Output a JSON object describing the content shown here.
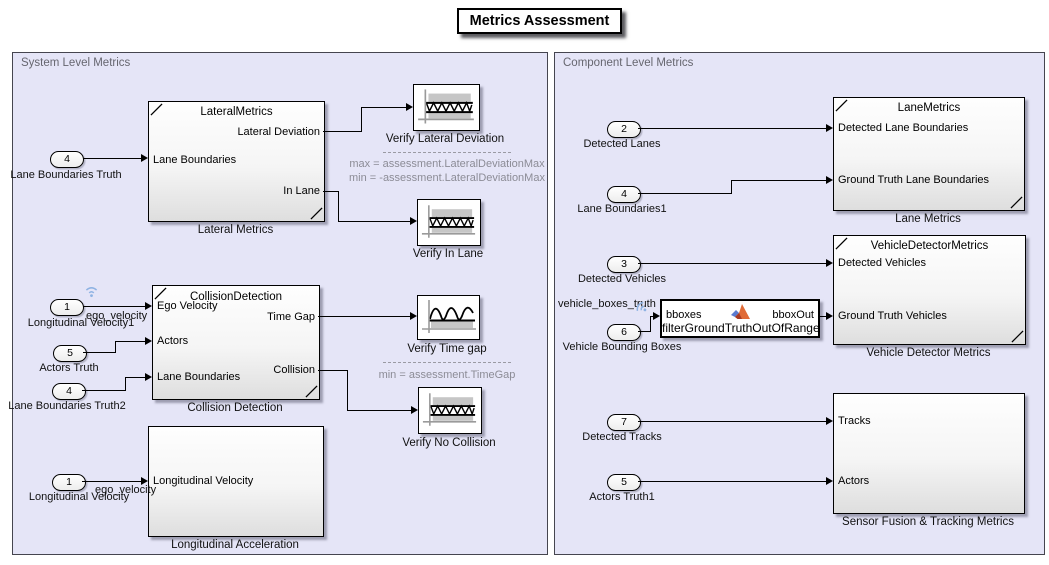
{
  "title": "Metrics Assessment",
  "areas": {
    "system": {
      "label": "System Level Metrics"
    },
    "component": {
      "label": "Component Level Metrics"
    }
  },
  "colors": {
    "area_background": "#e5e5f7",
    "area_border": "#45454f",
    "wireless_icon": "#8fb3e3",
    "annotation_text": "#8c8c96",
    "matlab_logo_orange": "#e06b37",
    "matlab_logo_blue": "#5b7bd0"
  },
  "blocks": {
    "lateral_metrics": {
      "title": "LateralMetrics",
      "caption": "Lateral Metrics",
      "in1": "Lane Boundaries",
      "out1": "Lateral Deviation",
      "out2": "In Lane"
    },
    "collision_detection": {
      "title": "CollisionDetection",
      "caption": "Collision Detection",
      "in1": "Ego Velocity",
      "in2": "Actors",
      "in3": "Lane Boundaries",
      "out1": "Time Gap",
      "out2": "Collision"
    },
    "longitudinal_acceleration": {
      "caption": "Longitudinal Acceleration",
      "in1": "Longitudinal Velocity"
    },
    "lane_metrics": {
      "title": "LaneMetrics",
      "caption": "Lane Metrics",
      "in1": "Detected Lane Boundaries",
      "in2": "Ground Truth Lane Boundaries"
    },
    "vehicle_detector_metrics": {
      "title": "VehicleDetectorMetrics",
      "caption": "Vehicle Detector Metrics",
      "in1": "Detected Vehicles",
      "in2": "Ground Truth Vehicles"
    },
    "filter_function": {
      "caption": "filterGroundTruthOutOfRange",
      "in1": "bboxes",
      "out1": "bboxOut"
    },
    "sensor_fusion": {
      "caption": "Sensor Fusion & Tracking Metrics",
      "in1": "Tracks",
      "in2": "Actors"
    }
  },
  "verify_blocks": {
    "lateral_deviation": "Verify Lateral Deviation",
    "in_lane": "Verify In Lane",
    "time_gap": "Verify Time gap",
    "no_collision": "Verify No Collision"
  },
  "annotations": {
    "lateral_max": "max = assessment.LateralDeviationMax",
    "lateral_min": "min = -assessment.LateralDeviationMax",
    "time_gap_min": "min = assessment.TimeGap"
  },
  "inports": {
    "lane_boundaries_truth": {
      "num": "4",
      "label": "Lane Boundaries Truth"
    },
    "longitudinal_velocity1": {
      "num": "1",
      "label": "Longitudinal Velocity1",
      "signal": "ego_velocity"
    },
    "actors_truth": {
      "num": "5",
      "label": "Actors Truth"
    },
    "lane_boundaries_truth2": {
      "num": "4",
      "label": "Lane Boundaries Truth2"
    },
    "longitudinal_velocity": {
      "num": "1",
      "label": "Longitudinal Velocity",
      "signal": "ego_velocity"
    },
    "detected_lanes": {
      "num": "2",
      "label": "Detected Lanes"
    },
    "lane_boundaries1": {
      "num": "4",
      "label": "Lane Boundaries1"
    },
    "detected_vehicles": {
      "num": "3",
      "label": "Detected Vehicles"
    },
    "vehicle_bounding_boxes": {
      "num": "6",
      "label": "Vehicle Bounding Boxes",
      "signal": "vehicle_boxes_truth"
    },
    "detected_tracks": {
      "num": "7",
      "label": "Detected Tracks"
    },
    "actors_truth1": {
      "num": "5",
      "label": "Actors Truth1"
    }
  }
}
